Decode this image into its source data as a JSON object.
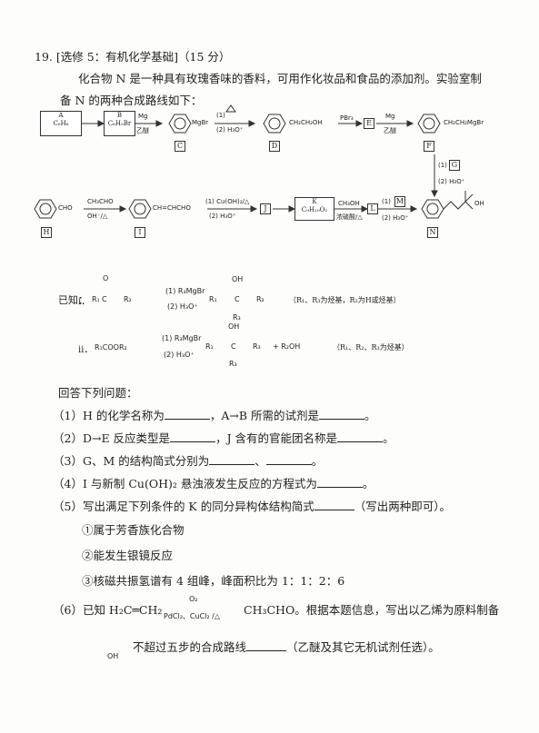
{
  "question": {
    "header": "19. [选修 5：有机化学基础]（15 分）",
    "intro_1": "化合物 N 是一种具有玫瑰香味的香料，可用作化妆品和食品的添加剂。实验室制",
    "intro_2": "备 N 的两种合成路线如下："
  },
  "scheme": {
    "A": {
      "name": "A",
      "formula": "C₆H₆"
    },
    "B": {
      "name": "B",
      "formula": "C₆H₅Br"
    },
    "reagent_bc_top": "Mg",
    "reagent_bc_bottom": "乙醚",
    "mgbr": "MgBr",
    "reagent_cd_top": "(1)",
    "reagent_cd_bottom": "(2) H₃O⁺",
    "d_group": "CH₂CH₂OH",
    "reagent_de": "PBr₃",
    "E": "E",
    "reagent_ef_top": "Mg",
    "reagent_ef_bottom": "乙醚",
    "f_group": "CH₂CH₂MgBr",
    "reagent_fn_1": "(1)",
    "reagent_fn_G": "G",
    "reagent_fn_2": "(2) H₃O⁺",
    "labels": {
      "C": "C",
      "D": "D",
      "F": "F",
      "H": "H",
      "I": "I",
      "N": "N"
    },
    "h_group": "CHO",
    "reagent_hi_top": "CH₃CHO",
    "reagent_hi_bottom": "OH⁻/△",
    "i_group": "CH=CHCHO",
    "reagent_ij_top": "(1) Cu(OH)₂/△",
    "reagent_ij_bottom": "(2) H₃O⁺",
    "J": "J",
    "K": {
      "name": "K",
      "formula": "C₉H₁₀O₂"
    },
    "reagent_kl_top": "CH₃OH",
    "reagent_kl_bottom": "浓硫酸/△",
    "L": "L",
    "reagent_ln_1": "(1)",
    "reagent_ln_M": "M",
    "reagent_ln_2": "(2) H₃O⁺",
    "n_oh": "OH"
  },
  "known": {
    "label": "已知：",
    "i": "ⅰ．",
    "ii": "ⅱ．",
    "i_r1": "R₁",
    "i_c": "C",
    "i_r2": "R₂",
    "i_o": "O",
    "i_reagent_top": "(1) R₃MgBr",
    "i_reagent_bottom": "(2) H₃O⁺",
    "i_oh": "OH",
    "i_r3": "R₃",
    "i_note": "（R₁、R₃为烃基，R₂为H或烃基）",
    "ii_reactant": "R₁COOR₂",
    "ii_reagent_top": "(1) R₃MgBr",
    "ii_reagent_bottom": "(2) H₃O⁺",
    "ii_plus": "+ R₂OH",
    "ii_note": "（R₁、R₂、R₃为烃基）"
  },
  "answer_intro": "回答下列问题：",
  "q1a": "（1）H 的化学名称为",
  "q1b": "，A→B 所需的试剂是",
  "q2a": "（2）D→E 反应类型是",
  "q2b": "，J 含有的官能团名称是",
  "q3a": "（3）G、M 的结构简式分别为",
  "q4a": "（4）I 与新制 Cu(OH)₂ 悬浊液发生反应的方程式为",
  "q5a": "（5）写出满足下列条件的 K 的同分异构体结构简式",
  "q5b": "（写出两种即可）。",
  "c1": "①属于芳香族化合物",
  "c2": "②能发生银镜反应",
  "c3": "③核磁共振氢谱有 4 组峰，峰面积比为 1：1：2：6",
  "q6a": "（6）已知 H₂C═CH₂",
  "q6_reagent_top": "O₂",
  "q6_reagent_bottom": "PdCl₂、CuCl₂ /△",
  "q6b": "CH₃CHO。根据本题信息，写出以乙烯为原料制备",
  "q6_oh": "OH",
  "q6c": "不超过五步的合成路线",
  "q6d": "（乙醚及其它无机试剂任选）。",
  "period": "。",
  "comma": "、"
}
